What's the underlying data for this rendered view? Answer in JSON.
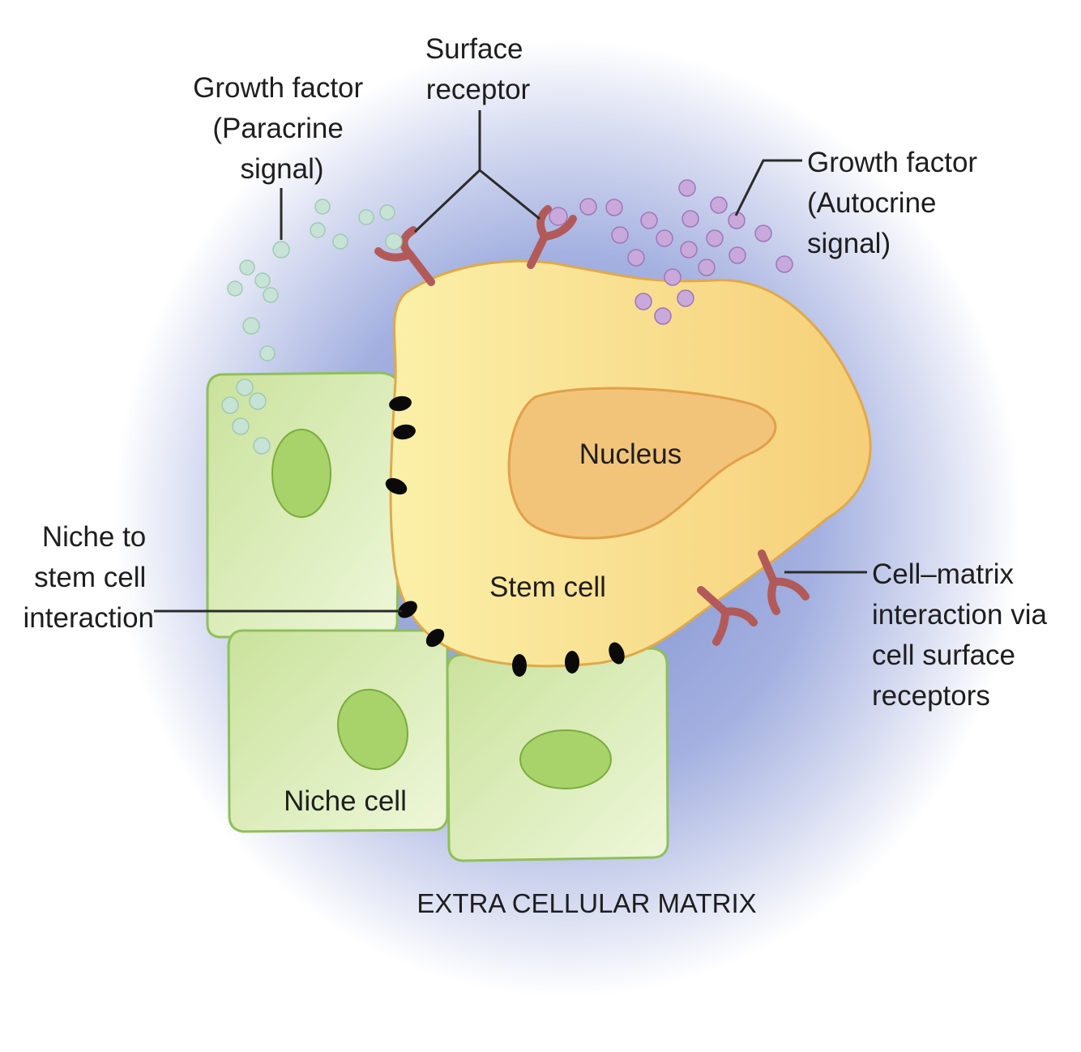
{
  "labels": {
    "surface_receptor_1": "Surface",
    "surface_receptor_2": "receptor",
    "gf_paracrine_1": "Growth factor",
    "gf_paracrine_2": "(Paracrine",
    "gf_paracrine_3": "signal)",
    "gf_autocrine_1": "Growth factor",
    "gf_autocrine_2": "(Autocrine",
    "gf_autocrine_3": "signal)",
    "nucleus": "Nucleus",
    "stem_cell": "Stem cell",
    "niche_interaction_1": "Niche to",
    "niche_interaction_2": "stem cell",
    "niche_interaction_3": "interaction",
    "cell_matrix_1": "Cell–matrix",
    "cell_matrix_2": "interaction via",
    "cell_matrix_3": "cell surface",
    "cell_matrix_4": "receptors",
    "niche_cell": "Niche cell",
    "extracellular_matrix": "EXTRA CELLULAR MATRIX"
  },
  "colors": {
    "matrix_halo": "#8f9fd6",
    "stem_cell_fill": "#f8dc86",
    "stem_cell_outline": "#e0a94a",
    "nucleus_fill": "#f2c47a",
    "niche_cell_fill": "#dff0be",
    "niche_cell_outline": "#8fbf5b",
    "niche_nucleus": "#a8d26a",
    "receptor": "#b25a5a",
    "paracrine_factor": "#c7e3d5",
    "autocrine_factor": "#c9a8dc",
    "junction": "#0a0a0a"
  },
  "icons": {
    "receptor": "y-shaped-receptor-icon",
    "growth_factor": "sphere-icon",
    "junction": "adhesion-junction-icon"
  }
}
